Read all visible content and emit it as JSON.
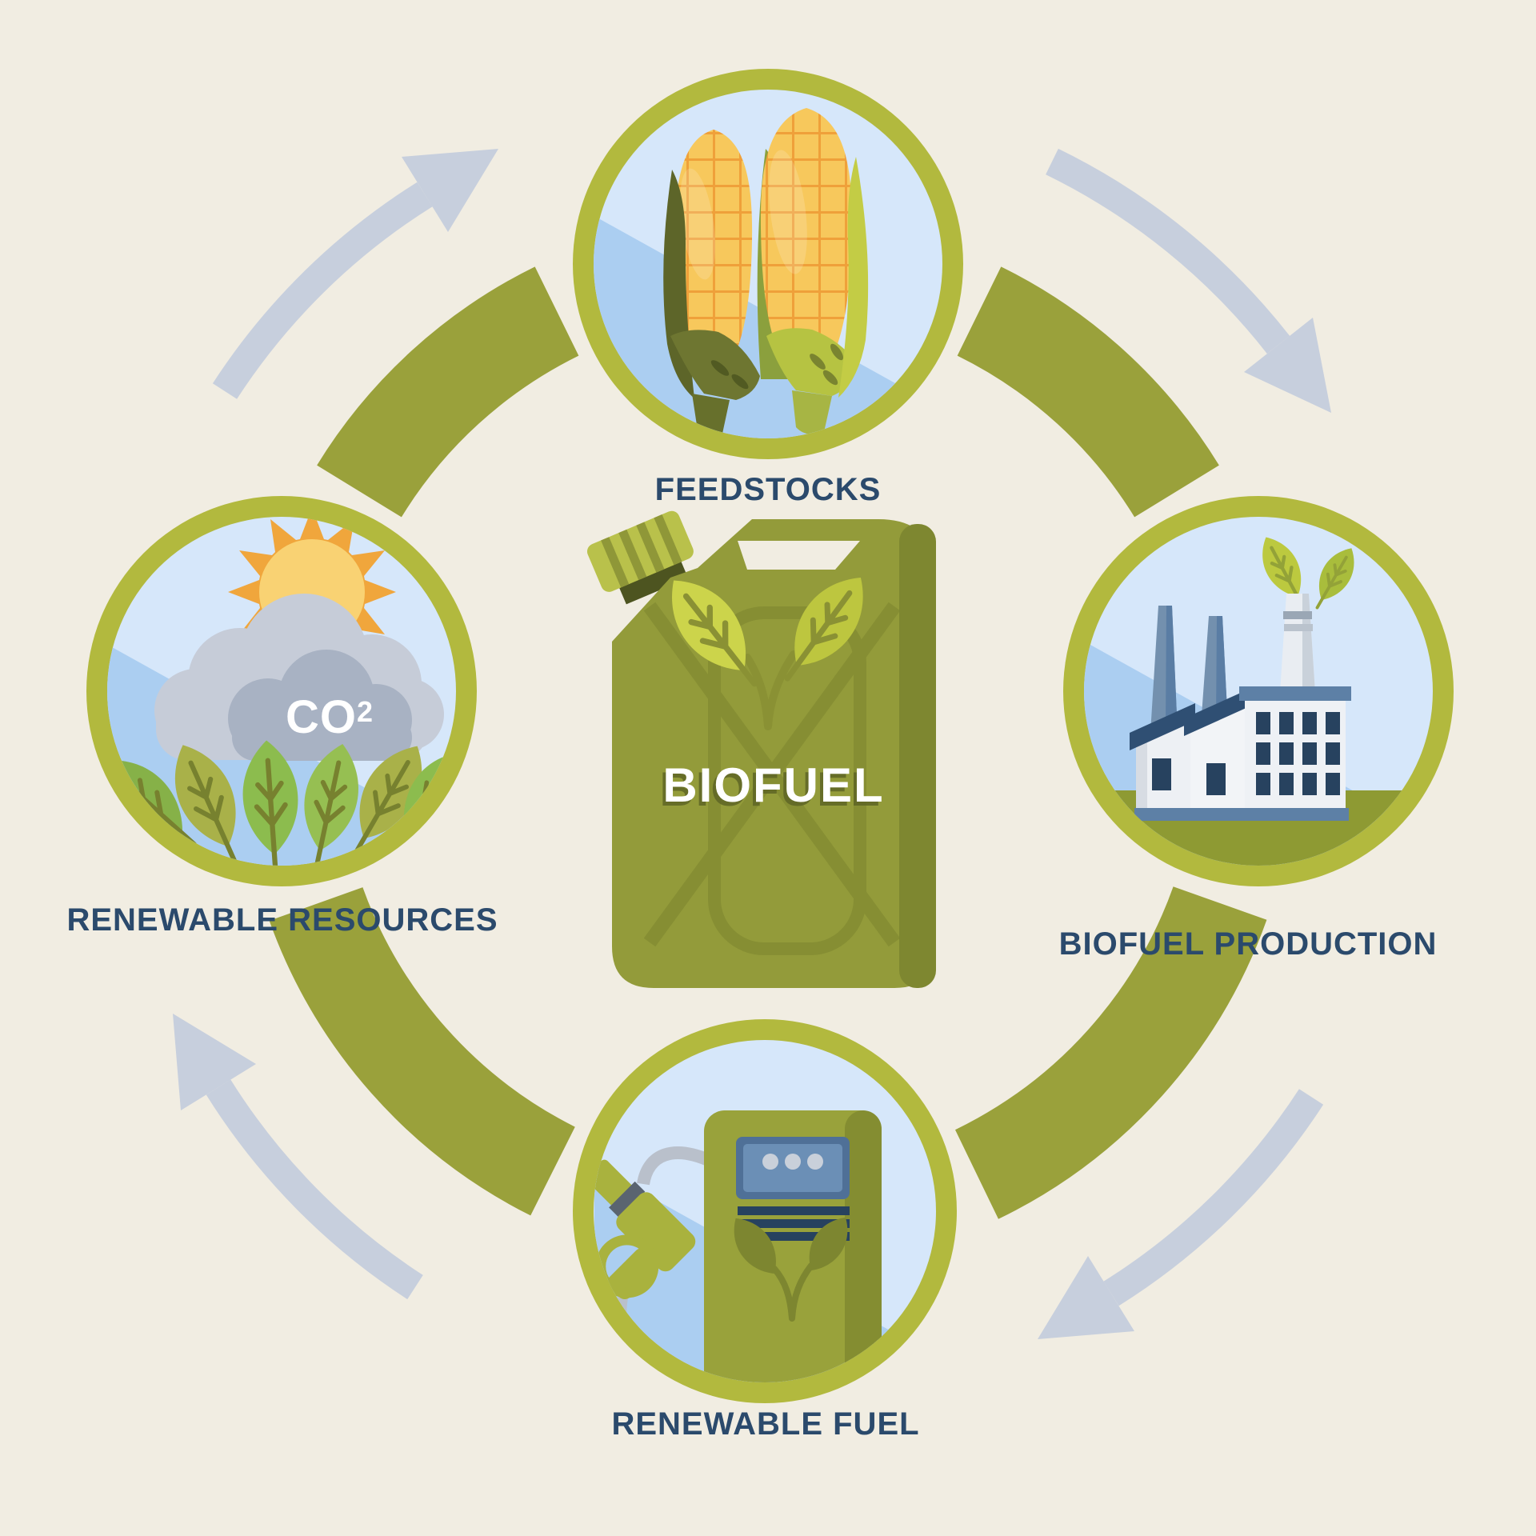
{
  "title": "Biofuel cycle infographic",
  "center_item": {
    "label": "BIOFUEL",
    "icon": "jerrycan-with-leaves-icon"
  },
  "cycle_nodes": [
    {
      "id": "feedstocks",
      "position": "top",
      "label": "FEEDSTOCKS",
      "icon": "corn-cobs-icon"
    },
    {
      "id": "biofuel-production",
      "position": "right",
      "label": "BIOFUEL PRODUCTION",
      "icon": "eco-factory-icon"
    },
    {
      "id": "renewable-fuel",
      "position": "bottom",
      "label": "RENEWABLE FUEL",
      "icon": "fuel-pump-icon"
    },
    {
      "id": "renewable-resources",
      "position": "left",
      "label": "RENEWABLE RESOURCES",
      "icon": "sun-cloud-co2-leaves-icon"
    }
  ],
  "annotations": {
    "co2_base": "CO",
    "co2_superscript": "2"
  },
  "flow": {
    "direction": "clockwise",
    "arc_style": "thick-olive-band",
    "arrow_style": "thin-gray-curved-arrow"
  },
  "colors": {
    "background": "#f1ede2",
    "ring_olive": "#b2b93e",
    "arc_olive": "#9aa13b",
    "arrow_gray": "#c7cfdd",
    "sky_light": "#d6e7fa",
    "sky_dark": "#abcef1",
    "label_navy": "#2b4a6c",
    "can_olive": "#939b3a",
    "can_shadow": "#7e8730",
    "cap_olive": "#b9c14b",
    "leaf_bright": "#ccd44b",
    "corn_yellow": "#f7c85c",
    "corn_grid_orange": "#efa03a",
    "sun_orange": "#f0a63c",
    "cloud_gray": "#c6ccd8",
    "factory_slate": "#5d80a6",
    "window_navy": "#27425f",
    "pump_olive": "#99a23b",
    "hose_gray": "#b9c0cb",
    "text_white": "#ffffff"
  }
}
